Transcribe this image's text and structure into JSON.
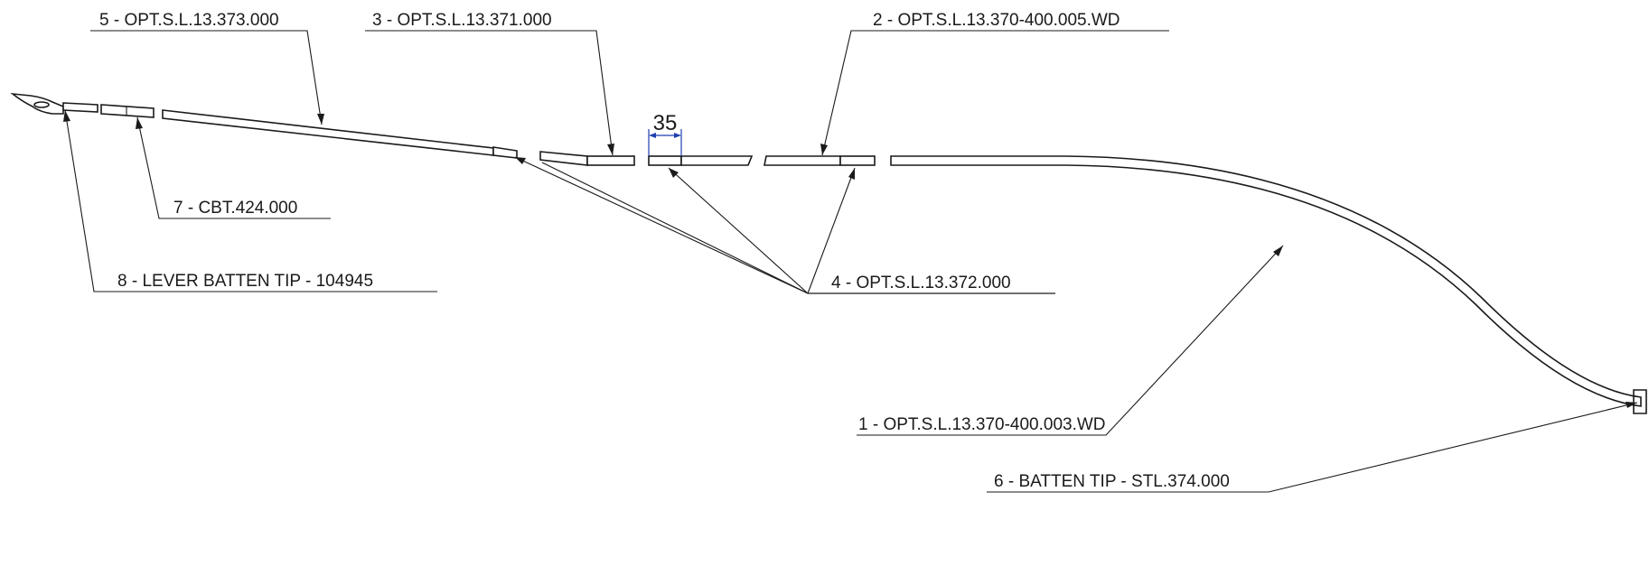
{
  "labels": {
    "part5": "5 - OPT.S.L.13.373.000",
    "part3": "3 - OPT.S.L.13.371.000",
    "part2": "2 - OPT.S.L.13.370-400.005.WD",
    "part7": "7 - CBT.424.000",
    "part8": "8 - LEVER  BATTEN TIP - 104945",
    "part4": "4 - OPT.S.L.13.372.000",
    "part1": "1 - OPT.S.L.13.370-400.003.WD",
    "part6": "6 - BATTEN TIP - STL.374.000"
  },
  "dimension": {
    "value": "35"
  },
  "colors": {
    "line": "#1a1a1a",
    "dimension": "#1f3fb0"
  }
}
